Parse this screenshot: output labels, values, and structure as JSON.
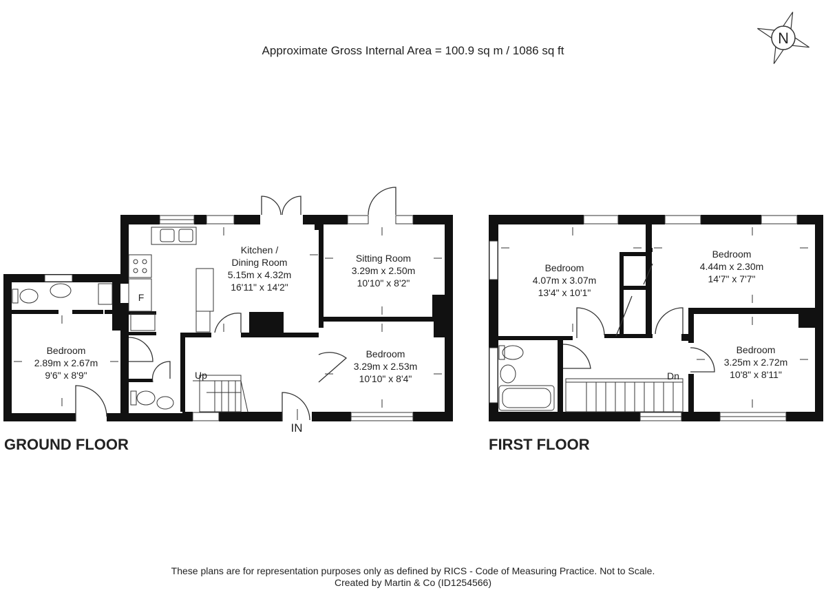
{
  "header": {
    "area": "Approximate Gross Internal Area = 100.9 sq m / 1086 sq ft",
    "compass_letter": "N"
  },
  "floors": {
    "ground": {
      "label": "GROUND FLOOR",
      "rooms": [
        {
          "id": "g-bedroom-1",
          "name": "Bedroom",
          "metric": "2.89m x 2.67m",
          "imperial": "9'6\" x 8'9\""
        },
        {
          "id": "g-kitchen",
          "name_line1": "Kitchen /",
          "name_line2": "Dining Room",
          "metric": "5.15m x 4.32m",
          "imperial": "16'11\" x 14'2\""
        },
        {
          "id": "g-sitting",
          "name": "Sitting Room",
          "metric": "3.29m x 2.50m",
          "imperial": "10'10\" x 8'2\""
        },
        {
          "id": "g-bedroom-2",
          "name": "Bedroom",
          "metric": "3.29m x 2.53m",
          "imperial": "10'10\" x 8'4\""
        }
      ],
      "markers": {
        "fridge": "F",
        "stairs": "Up",
        "entrance": "IN"
      }
    },
    "first": {
      "label": "FIRST FLOOR",
      "rooms": [
        {
          "id": "f-bedroom-1",
          "name": "Bedroom",
          "metric": "4.07m x 3.07m",
          "imperial": "13'4\" x 10'1\""
        },
        {
          "id": "f-bedroom-2",
          "name": "Bedroom",
          "metric": "4.44m x 2.30m",
          "imperial": "14'7\" x 7'7\""
        },
        {
          "id": "f-bedroom-3",
          "name": "Bedroom",
          "metric": "3.25m x 2.72m",
          "imperial": "10'8\" x 8'11\""
        }
      ],
      "markers": {
        "stairs": "Dn"
      }
    }
  },
  "footer": {
    "line1": "These plans are for representation purposes only as defined by RICS - Code of Measuring Practice. Not to Scale.",
    "line2": "Created by Martin & Co (ID1254566)"
  }
}
